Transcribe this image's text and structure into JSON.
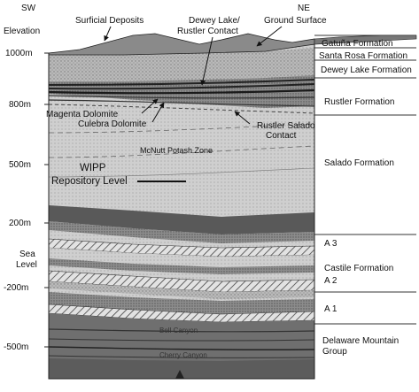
{
  "orientation": {
    "left": "SW",
    "right": "NE"
  },
  "axis": {
    "title": "Elevation",
    "ticks": [
      "1000m",
      "800m",
      "500m",
      "200m",
      "-200m",
      "-500m"
    ],
    "sea_level_line1": "Sea",
    "sea_level_line2": "Level"
  },
  "top_labels": {
    "surficial": "Surficial Deposits",
    "dewey_rustler_line1": "Dewey Lake/",
    "dewey_rustler_line2": "Rustler Contact",
    "ground_surface": "Ground Surface"
  },
  "formations": {
    "gatuna": "Gatuña Formation",
    "santa_rosa": "Santa Rosa Formation",
    "dewey_lake": "Dewey Lake Formation",
    "rustler": "Rustler Formation",
    "salado": "Salado Formation",
    "a3": "A 3",
    "castile": "Castile Formation",
    "a2": "A 2",
    "a1": "A 1",
    "delaware_line1": "Delaware Mountain",
    "delaware_line2": "Group"
  },
  "inner_labels": {
    "magenta": "Magenta Dolomite",
    "culebra": "Culebra Dolomite",
    "rustler_salado_line1": "Rustler Salado",
    "rustler_salado_line2": "Contact",
    "mcnutt": "McNutt Potash Zone",
    "wipp_line1": "WIPP",
    "wipp_line2": "Repository Level",
    "bell_canyon": "Bell Canyon",
    "cherry_canyon": "Cherry Canyon"
  }
}
